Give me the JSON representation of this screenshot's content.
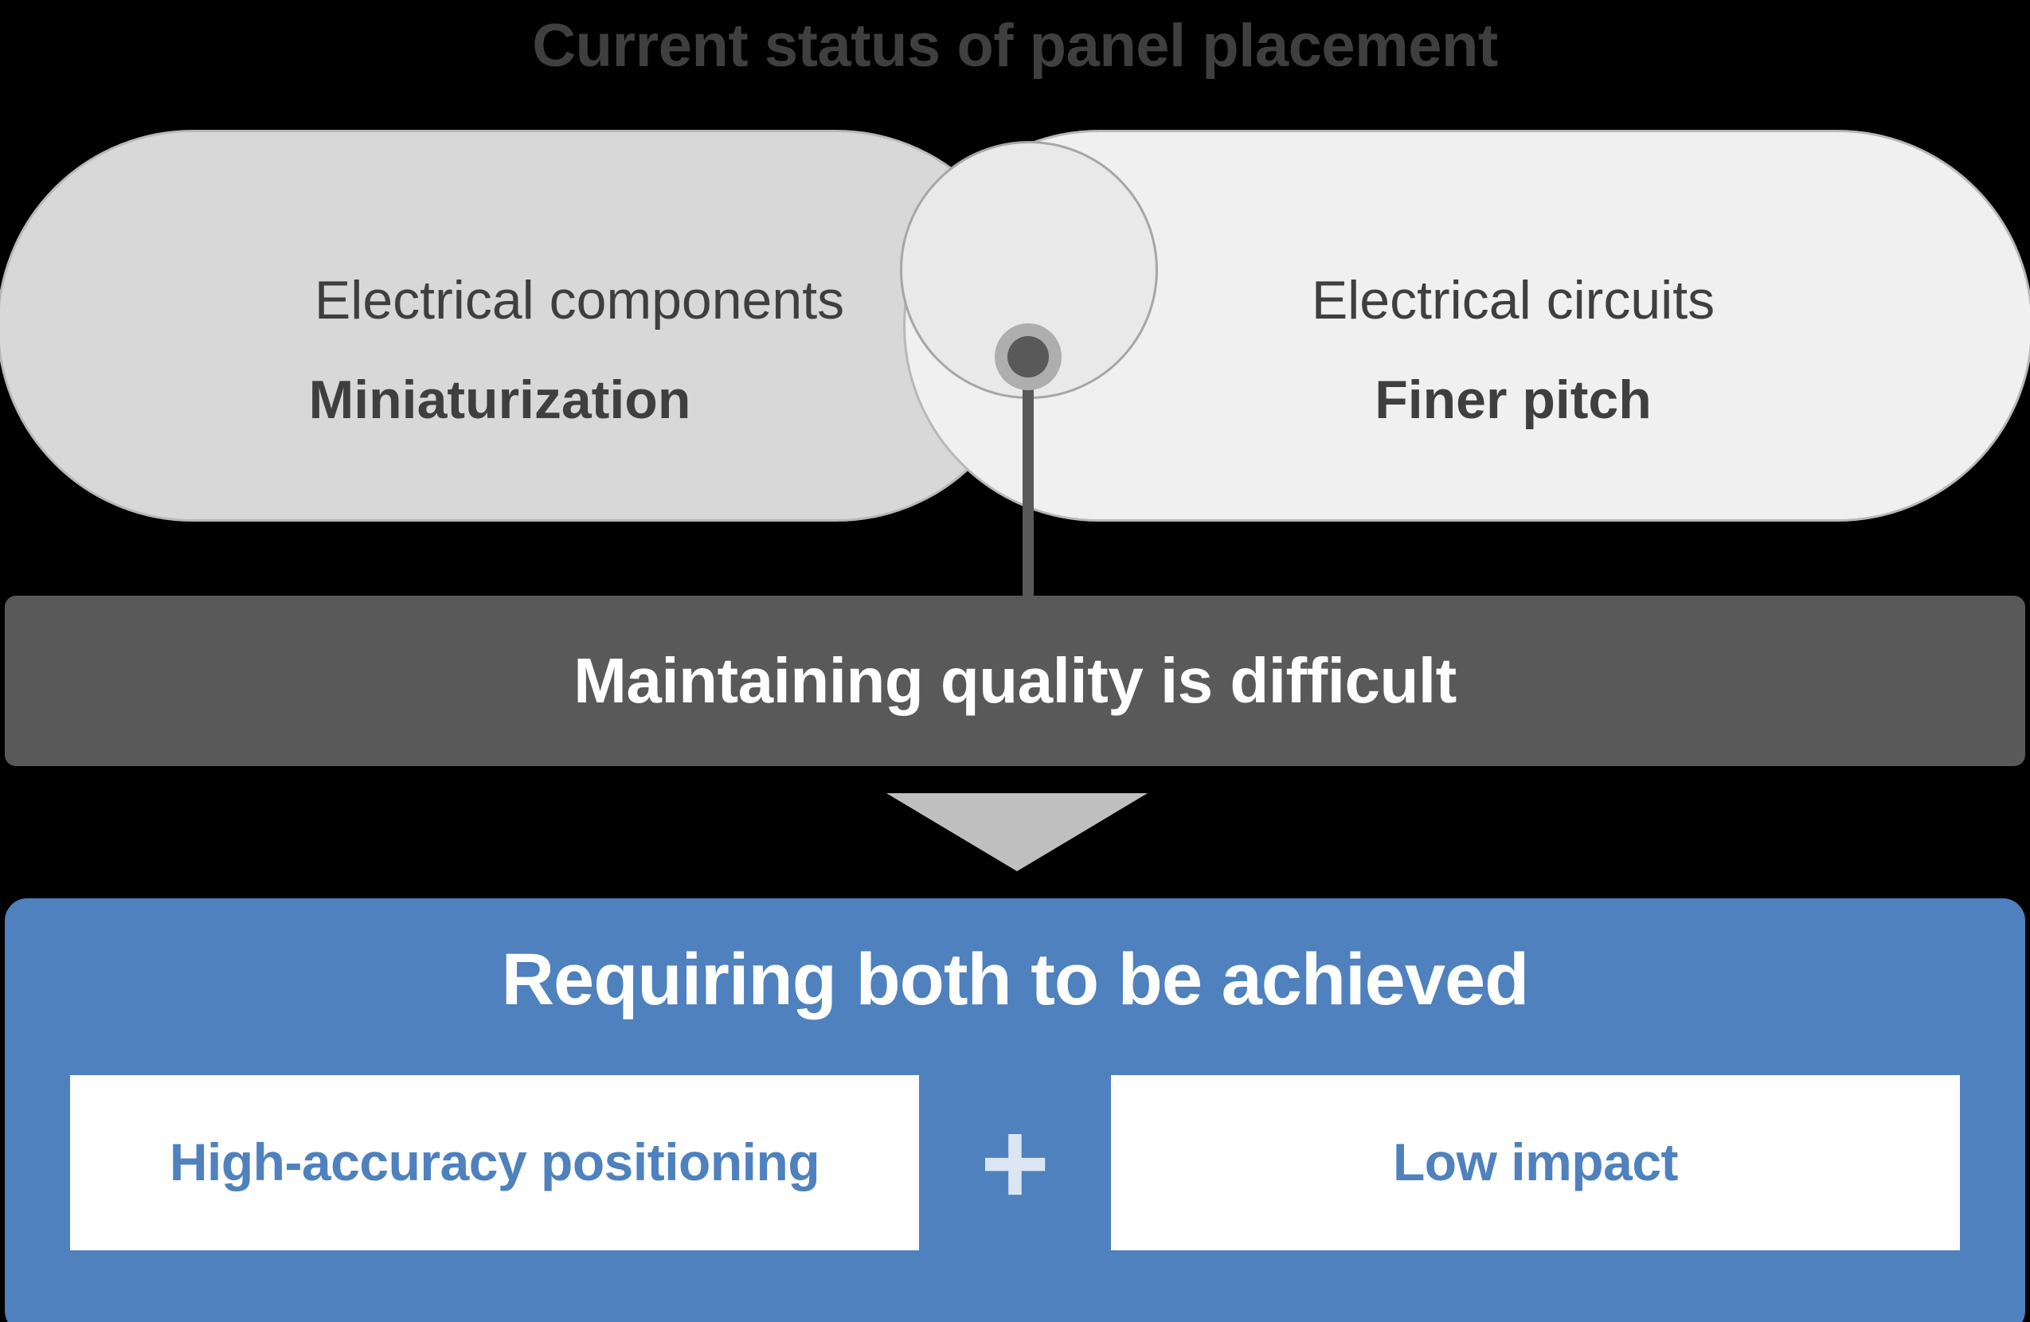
{
  "slide": {
    "title": "Current status of panel placement",
    "background_color": "#000000",
    "title_color": "#3F3F3F"
  },
  "venn": {
    "left": {
      "heading": "Electrical components",
      "subheading": "Miniaturization",
      "fill_color": "#D8D8D8"
    },
    "right": {
      "heading": "Electrical circuits",
      "subheading": "Finer pitch",
      "fill_color": "#F0F0F0"
    },
    "overlap": {
      "fill_color": "#E9E9E9",
      "marker_color": "#595959",
      "marker_ring_color": "#AEAEAE"
    }
  },
  "problem": {
    "text": "Maintaining quality is difficult",
    "fill_color": "#595959",
    "text_color": "#FFFFFF"
  },
  "arrow": {
    "direction": "down",
    "color": "#BFBFBF"
  },
  "solution": {
    "heading": "Requiring both to be achieved",
    "fill_color": "#4E81BD",
    "heading_color": "#FFFFFF",
    "cards": [
      {
        "text": "High-accuracy positioning",
        "text_color": "#4E81BD"
      },
      {
        "text": "Low impact",
        "text_color": "#4E81BD"
      }
    ],
    "operator": "+",
    "operator_color": "#DCE6F2"
  }
}
